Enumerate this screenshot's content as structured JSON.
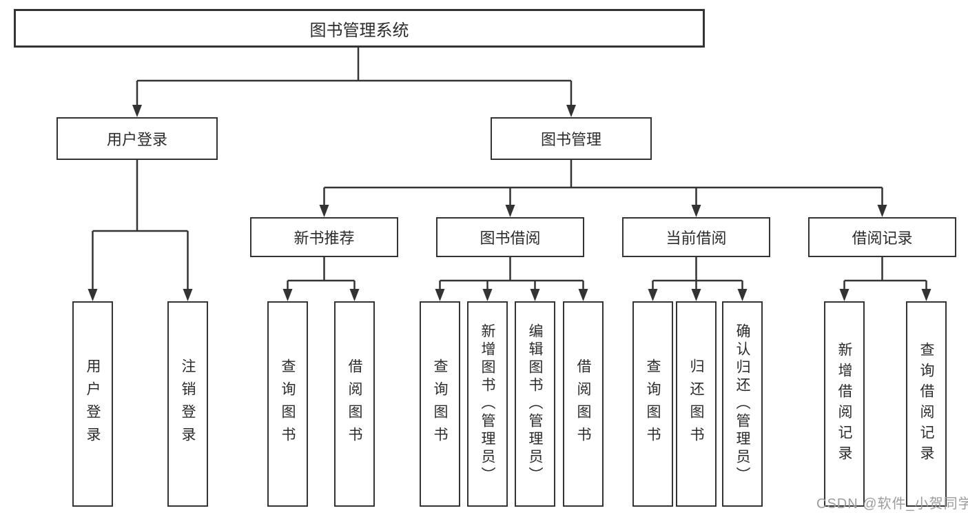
{
  "diagram": {
    "root": {
      "label": "图书管理系统"
    },
    "level1": [
      {
        "label": "用户登录"
      },
      {
        "label": "图书管理"
      }
    ],
    "level2": [
      {
        "label": "新书推荐"
      },
      {
        "label": "图书借阅"
      },
      {
        "label": "当前借阅"
      },
      {
        "label": "借阅记录"
      }
    ],
    "leaves": {
      "user_login": [
        {
          "label": "用户登录"
        },
        {
          "label": "注销登录"
        }
      ],
      "new_books": [
        {
          "label": "查询图书"
        },
        {
          "label": "借阅图书"
        }
      ],
      "book_borrow": [
        {
          "label": "查询图书"
        },
        {
          "label": "新增图书（管理员）"
        },
        {
          "label": "编辑图书（管理员）"
        },
        {
          "label": "借阅图书"
        }
      ],
      "current_borrow": [
        {
          "label": "查询图书"
        },
        {
          "label": "归还图书"
        },
        {
          "label": "确认归还（管理员）"
        }
      ],
      "borrow_records": [
        {
          "label": "新增借阅记录"
        },
        {
          "label": "查询借阅记录"
        }
      ]
    },
    "watermark": "CSDN @软件_小贺同学",
    "colors": {
      "line": "#333333",
      "text": "#2b2b2b",
      "watermark": "#9c9c9c",
      "background": "#ffffff"
    }
  }
}
